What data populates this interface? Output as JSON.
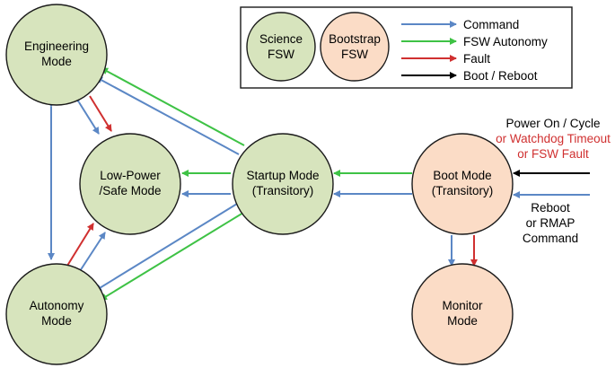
{
  "colors": {
    "science_fill": "#d7e4bd",
    "bootstrap_fill": "#fbdcc6",
    "command": "#5b87c5",
    "autonomy": "#3ec245",
    "fault": "#d03030",
    "boot": "#000000",
    "red_text": "#d03030"
  },
  "nodes": {
    "engineering": [
      "Engineering",
      "Mode"
    ],
    "lowpower": [
      "Low-Power",
      "/Safe Mode"
    ],
    "autonomy": [
      "Autonomy",
      "Mode"
    ],
    "startup": [
      "Startup Mode",
      "(Transitory)"
    ],
    "boot": [
      "Boot Mode",
      "(Transitory)"
    ],
    "monitor": [
      "Monitor",
      "Mode"
    ]
  },
  "legend": {
    "science": [
      "Science",
      "FSW"
    ],
    "bootstrap": [
      "Bootstrap",
      "FSW"
    ],
    "command": "Command",
    "autonomy": "FSW Autonomy",
    "fault": "Fault",
    "boot": "Boot / Reboot"
  },
  "labels": {
    "power_on": "Power On / Cycle",
    "watchdog": "or Watchdog Timeout",
    "fsw_fault": "or FSW Fault",
    "reboot": "Reboot",
    "or_rmap": "or RMAP",
    "command": "Command"
  }
}
